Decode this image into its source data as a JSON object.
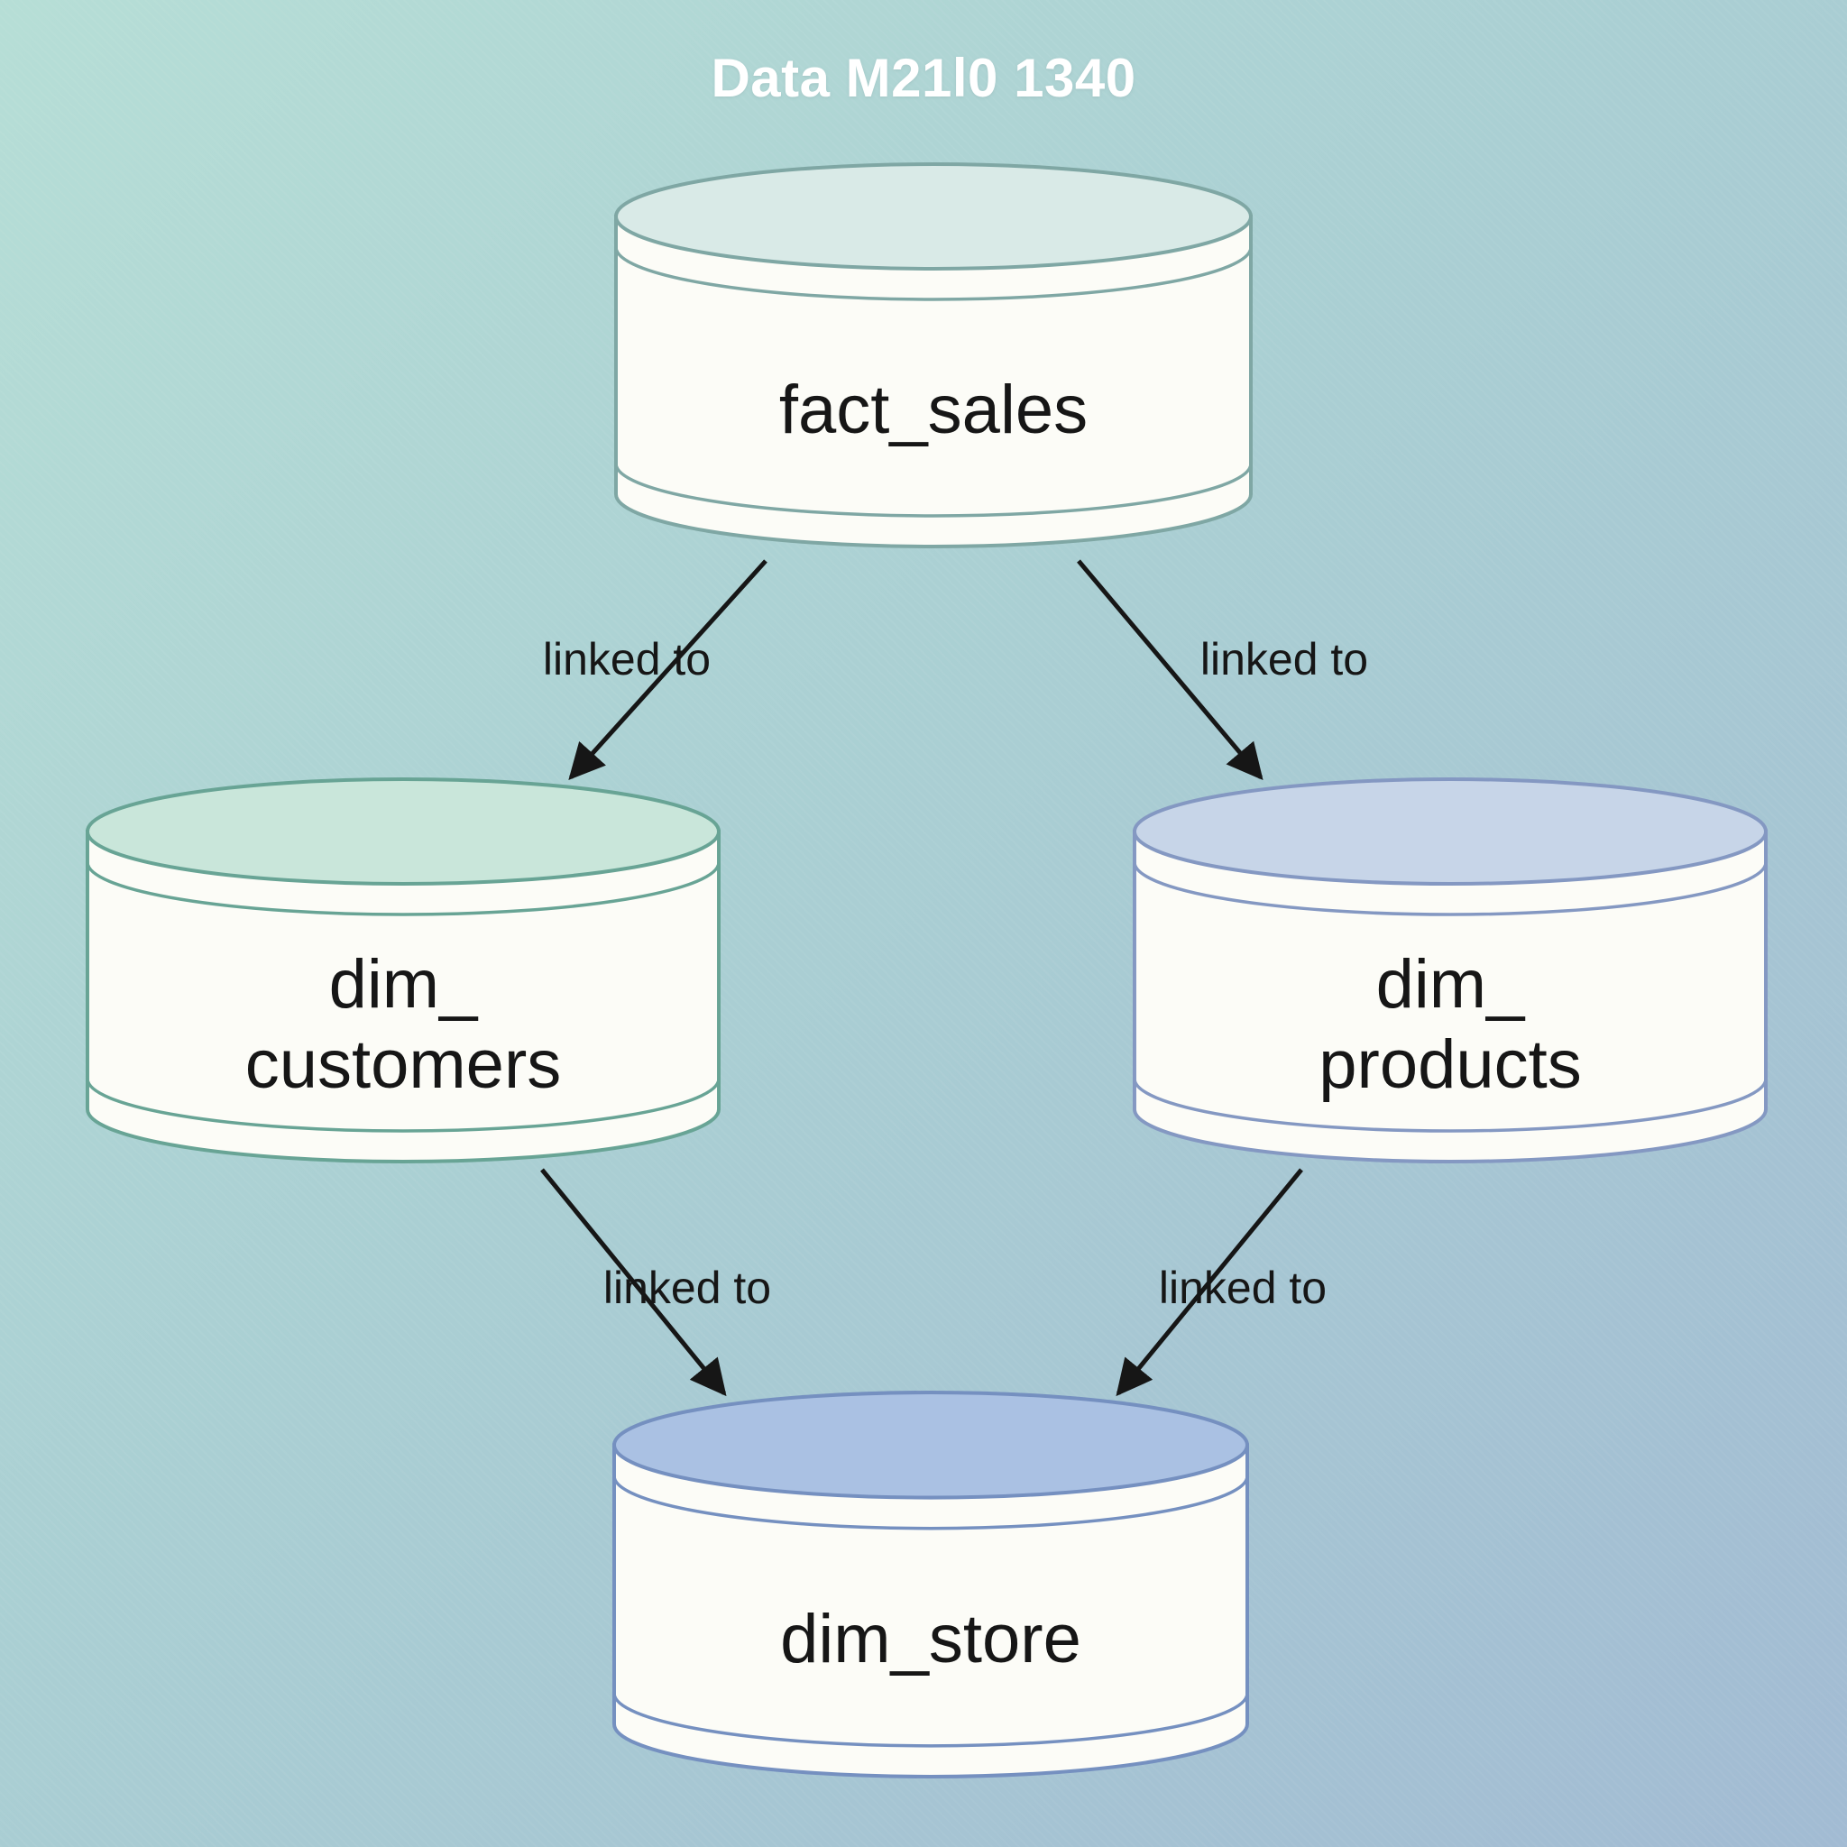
{
  "title": "Data M21l0 1340",
  "nodes": [
    {
      "id": "fact_sales",
      "label": "fact_sales",
      "top_fill": "#d9eae7",
      "stroke": "#7fa7a4",
      "body_fill": "#fcfcf7"
    },
    {
      "id": "dim_customers",
      "label": "dim_\ncustomers",
      "top_fill": "#c9e6da",
      "stroke": "#68a495",
      "body_fill": "#fcfcf7"
    },
    {
      "id": "dim_products",
      "label": "dim_\nproducts",
      "top_fill": "#c7d5e8",
      "stroke": "#8498c2",
      "body_fill": "#fcfcf7"
    },
    {
      "id": "dim_store",
      "label": "dim_store",
      "top_fill": "#aac1e3",
      "stroke": "#7590c0",
      "body_fill": "#fcfcf7"
    }
  ],
  "edges": [
    {
      "from": "fact_sales",
      "to": "dim_customers",
      "label": "linked to"
    },
    {
      "from": "fact_sales",
      "to": "dim_products",
      "label": "linked to"
    },
    {
      "from": "dim_customers",
      "to": "dim_store",
      "label": "linked to"
    },
    {
      "from": "dim_products",
      "to": "dim_store",
      "label": "linked to"
    }
  ],
  "colors": {
    "background_top_left": "#b6ded6",
    "background_mid": "#aacfd3",
    "background_bottom_right": "#a2bbd3",
    "arrow": "#161616",
    "node_label_text": "#161616",
    "edge_label_text": "#161616",
    "title_text": "#ffffff"
  }
}
